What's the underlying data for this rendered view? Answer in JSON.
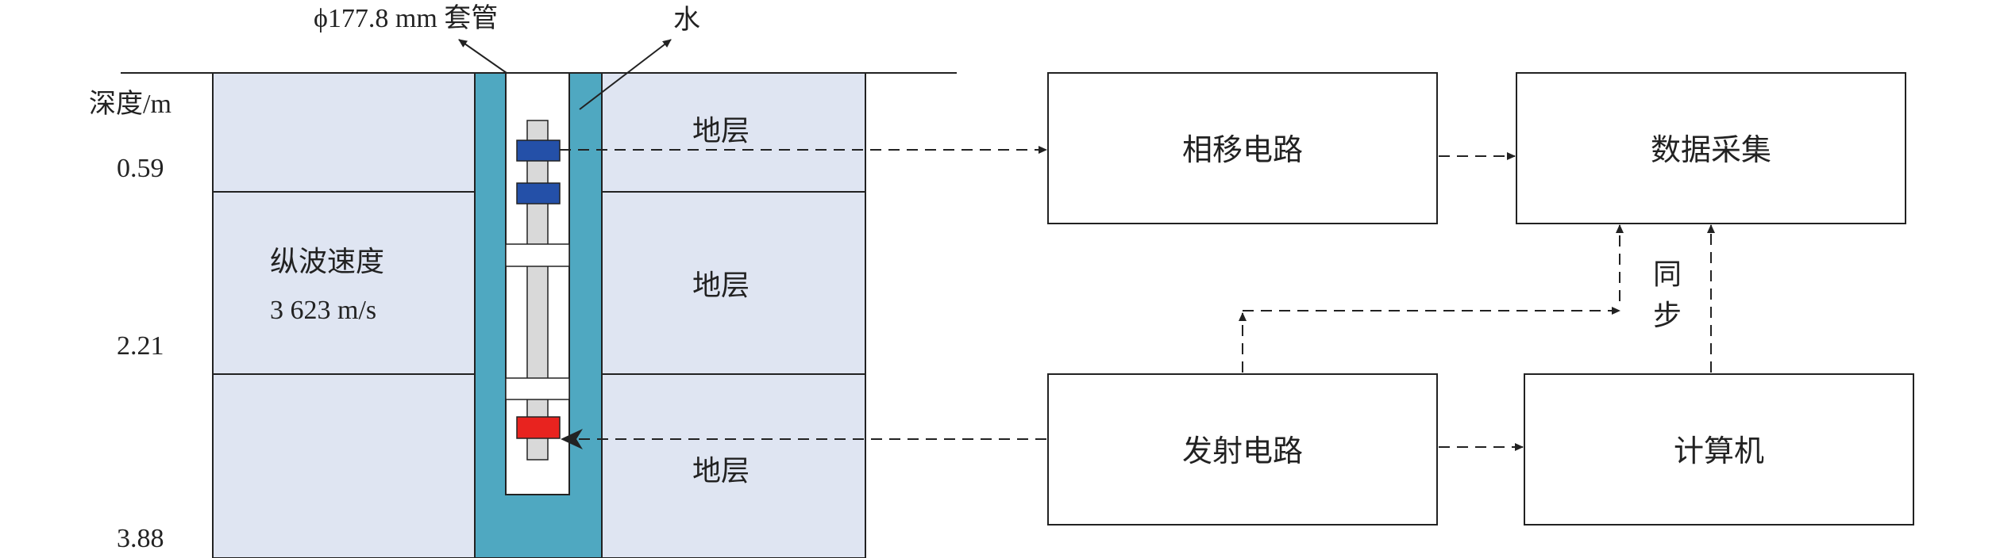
{
  "labels": {
    "casing": "ϕ177.8 mm 套管",
    "water": "水",
    "depth_header": "深度/m",
    "velocity_title": "纵波速度",
    "velocity_value": "3 623 m/s",
    "sync": [
      "同",
      "步"
    ]
  },
  "depths": [
    "0.59",
    "2.21",
    "3.88"
  ],
  "strata": [
    "地层",
    "地层",
    "地层"
  ],
  "boxes": {
    "phase_shift": "相移电路",
    "data_acquisition": "数据采集",
    "transmit": "发射电路",
    "computer": "计算机"
  },
  "colors": {
    "stratum_fill": "#dfe5f2",
    "casing_fill": "#4fa8c1",
    "receiver": "#2450a8",
    "transmitter": "#e8231f"
  }
}
